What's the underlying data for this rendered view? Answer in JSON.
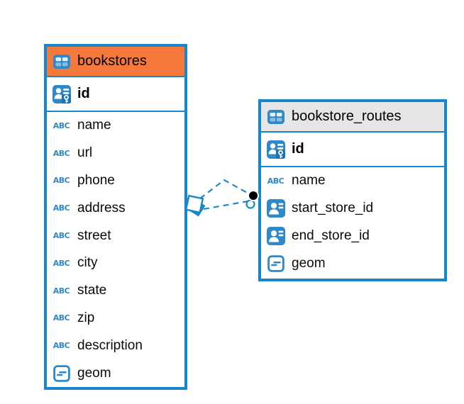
{
  "diagram": {
    "tables": [
      {
        "name": "bookstores",
        "header_color": "#F5793D",
        "columns": [
          {
            "name": "id",
            "type_icon": "primary-key"
          },
          {
            "name": "name",
            "type_icon": "text"
          },
          {
            "name": "url",
            "type_icon": "text"
          },
          {
            "name": "phone",
            "type_icon": "text"
          },
          {
            "name": "address",
            "type_icon": "text"
          },
          {
            "name": "street",
            "type_icon": "text"
          },
          {
            "name": "city",
            "type_icon": "text"
          },
          {
            "name": "state",
            "type_icon": "text"
          },
          {
            "name": "zip",
            "type_icon": "text"
          },
          {
            "name": "description",
            "type_icon": "text"
          },
          {
            "name": "geom",
            "type_icon": "geometry"
          }
        ]
      },
      {
        "name": "bookstore_routes",
        "header_color": "#E6E6E6",
        "columns": [
          {
            "name": "id",
            "type_icon": "primary-key"
          },
          {
            "name": "name",
            "type_icon": "text"
          },
          {
            "name": "start_store_id",
            "type_icon": "foreign-key"
          },
          {
            "name": "end_store_id",
            "type_icon": "foreign-key"
          },
          {
            "name": "geom",
            "type_icon": "geometry"
          }
        ]
      }
    ],
    "relationships": [
      {
        "from": "bookstores",
        "to": "bookstore_routes",
        "line_style": "dashed"
      },
      {
        "from": "bookstores",
        "to": "bookstore_routes",
        "line_style": "dashed"
      }
    ],
    "icons": {
      "text_glyph": "ABC"
    },
    "colors": {
      "table_border": "#1787CB",
      "relationship_line": "#1E88CC",
      "bookstores_header": "#F5793D",
      "bookstore_routes_header": "#E6E6E6",
      "icon_blue": "#2F88C7",
      "dot_marker": "#000000",
      "canvas_background": "#FFFFFF"
    }
  }
}
